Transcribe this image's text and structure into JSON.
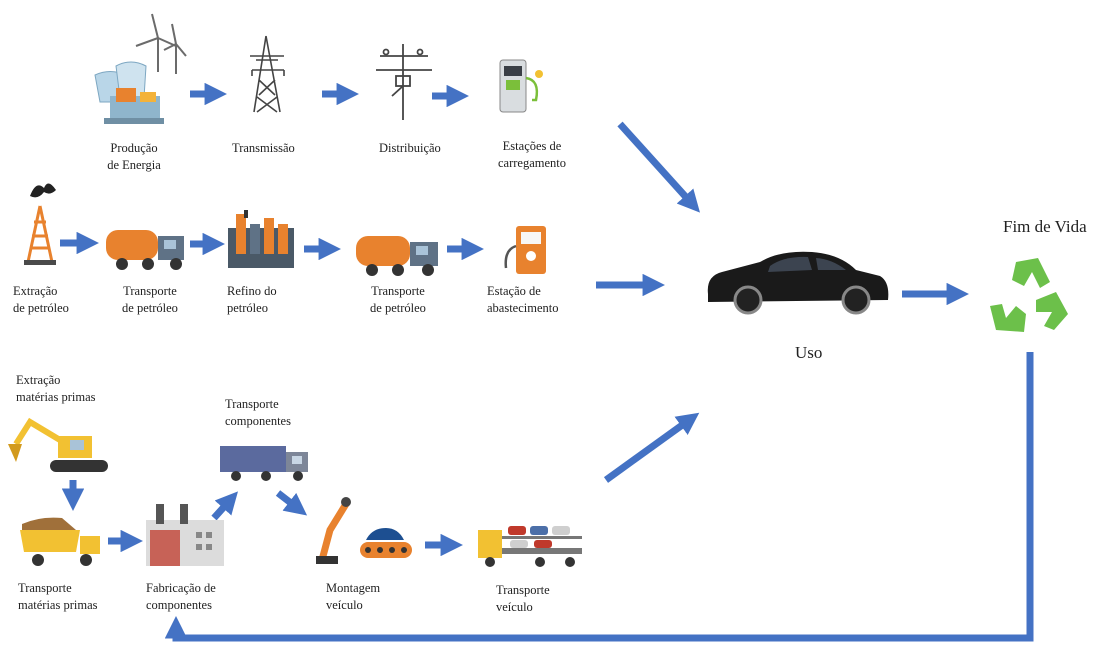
{
  "colors": {
    "arrow": "#4472C4",
    "car": "#1a1a1a",
    "orange": "#E8822E",
    "steel": "#5a6270",
    "green": "#6cc04a"
  },
  "energy_chain": {
    "production": "Produção\nde Energia",
    "transmission": "Transmissão",
    "distribution": "Distribuição",
    "charging": "Estações de\ncarregamento"
  },
  "oil_chain": {
    "extraction": "Extração\nde petróleo",
    "transport1": "Transporte\nde petróleo",
    "refining": "Refino do\npetróleo",
    "transport2": "Transporte\nde petróleo",
    "station": "Estação de\nabastecimento"
  },
  "manufacturing_chain": {
    "raw_extraction": "Extração\nmatérias primas",
    "raw_transport": "Transporte\nmatérias primas",
    "component_manufacturing": "Fabricação de\ncomponentes",
    "component_transport": "Transporte\ncomponentes",
    "assembly": "Montagem\nveículo",
    "vehicle_transport": "Transporte\nveículo"
  },
  "use": {
    "label": "Uso"
  },
  "end_of_life": {
    "label": "Fim de Vida"
  },
  "icons": [
    "power-plant-icon",
    "wind-turbine-icon",
    "transmission-tower-icon",
    "utility-pole-icon",
    "charging-station-icon",
    "oil-derrick-icon",
    "oil-tanker-truck-icon",
    "refinery-icon",
    "fuel-pump-icon",
    "car-icon",
    "recycle-icon",
    "excavator-icon",
    "dump-truck-icon",
    "factory-icon",
    "cargo-truck-icon",
    "robot-arm-icon",
    "car-carrier-icon"
  ]
}
